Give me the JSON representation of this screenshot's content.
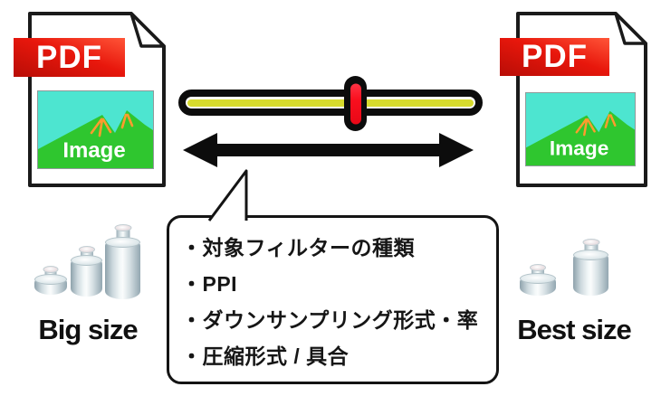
{
  "left_file": {
    "badge": "PDF",
    "image_label": "Image",
    "caption": "Big size"
  },
  "right_file": {
    "badge": "PDF",
    "image_label": "Image",
    "caption": "Best size"
  },
  "slider": {
    "orientation": "horizontal",
    "handle_position": "center-right"
  },
  "callout": {
    "items": [
      "・対象フィルターの種類",
      "・PPI",
      "・ダウンサンプリング形式・率",
      "・圧縮形式 / 具合"
    ]
  },
  "colors": {
    "pdf_red": "#e8170c",
    "slider_yellow": "#d7db2d",
    "handle_red": "#f90f1e",
    "sky_cyan": "#4de5d0",
    "mountain_green": "#2fc62f",
    "streak_orange": "#ff9b2e",
    "weight_metal": "#cdd9de",
    "outline_black": "#0c0c0c"
  }
}
